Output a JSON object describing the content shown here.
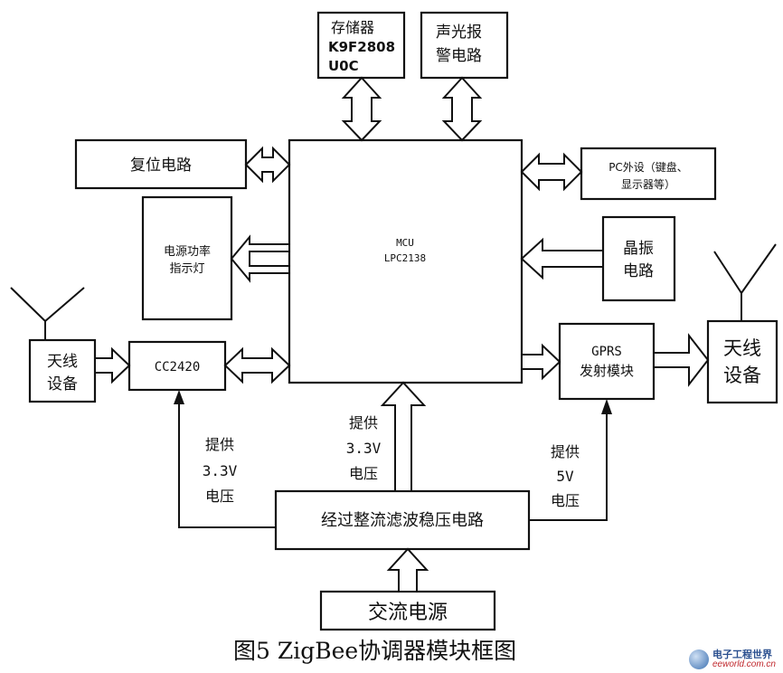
{
  "diagram": {
    "storage": [
      "存储器",
      "K9F2808",
      "U0C"
    ],
    "alarm": [
      "声光报",
      "警电路"
    ],
    "reset": "复位电路",
    "pc_peripheral": [
      "PC外设（键盘、",
      "显示器等）"
    ],
    "power_indicator": [
      "电源功率",
      "指示灯"
    ],
    "mcu": [
      "MCU",
      "LPC2138"
    ],
    "crystal": [
      "晶振",
      "电路"
    ],
    "antenna_left": [
      "天线",
      "设备"
    ],
    "cc2420": "CC2420",
    "gprs": [
      "GPRS",
      "发射模块"
    ],
    "antenna_right": [
      "天线",
      "设备"
    ],
    "supply_left": [
      "提供",
      "3.3V",
      "电压"
    ],
    "supply_mid": [
      "提供",
      "3.3V",
      "电压"
    ],
    "supply_right": [
      "提供",
      "5V",
      "电压"
    ],
    "regulator": "经过整流滤波稳压电路",
    "ac_power": "交流电源"
  },
  "caption": "图5 ZigBee协调器模块框图",
  "watermark": {
    "name": "电子工程世界",
    "url": "eeworld.com.cn",
    "colors": {
      "name": "#2a4f8f",
      "url": "#c0282d"
    }
  }
}
